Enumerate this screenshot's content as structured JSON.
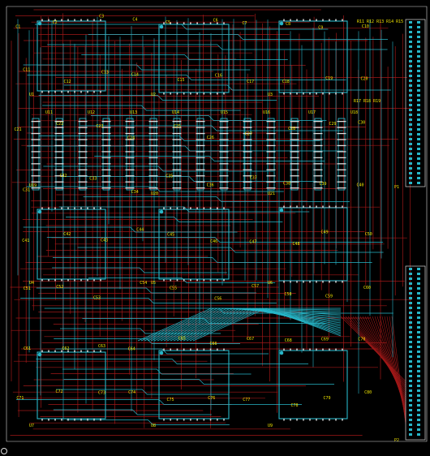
{
  "colors": {
    "background": "#000000",
    "bottom_trace": "#a01818",
    "top_trace": "#27b6c8",
    "silkscreen": "#f2e600",
    "outline": "#d8d8d8"
  },
  "labels": {
    "chips": [
      {
        "id": "U1",
        "text": "U1"
      },
      {
        "id": "U2",
        "text": "U2"
      },
      {
        "id": "U3",
        "text": "U3"
      },
      {
        "id": "U4",
        "text": "U4"
      },
      {
        "id": "U5",
        "text": "U5"
      },
      {
        "id": "U6",
        "text": "U6"
      },
      {
        "id": "U7",
        "text": "U7"
      },
      {
        "id": "U8",
        "text": "U8"
      },
      {
        "id": "U9",
        "text": "U9"
      },
      {
        "id": "U11",
        "text": "U11"
      },
      {
        "id": "U12",
        "text": "U12"
      },
      {
        "id": "U13",
        "text": "U13"
      },
      {
        "id": "U14",
        "text": "U14"
      },
      {
        "id": "U15",
        "text": "U15"
      },
      {
        "id": "U16",
        "text": "U16"
      },
      {
        "id": "U17",
        "text": "U17"
      },
      {
        "id": "U18",
        "text": "U18"
      },
      {
        "id": "U19",
        "text": "U19"
      },
      {
        "id": "U20",
        "text": "U20"
      },
      {
        "id": "U21",
        "text": "U21"
      }
    ],
    "connectors": [
      {
        "id": "P1",
        "text": "P1"
      },
      {
        "id": "P2",
        "text": "P2"
      },
      {
        "id": "R-array",
        "text": "R11 R12 R13 R14 R15"
      },
      {
        "id": "R-array-2",
        "text": "R17 R18 R19"
      }
    ],
    "caps": [
      "C1",
      "C2",
      "C3",
      "C4",
      "C5",
      "C6",
      "C7",
      "C8",
      "C9",
      "C10",
      "C11",
      "C12",
      "C13",
      "C14",
      "C15",
      "C16",
      "C17",
      "C18",
      "C19",
      "C20",
      "C21",
      "C22",
      "C23",
      "C24",
      "C25",
      "C26",
      "C27",
      "C28",
      "C29",
      "C30",
      "C31",
      "C32",
      "C33",
      "C34",
      "C35",
      "C36",
      "C37",
      "C38",
      "C39",
      "C40",
      "C41",
      "C42",
      "C43",
      "C44",
      "C45",
      "C46",
      "C47",
      "C48",
      "C49",
      "C50",
      "C51",
      "C52",
      "C53",
      "C54",
      "C55",
      "C56",
      "C57",
      "C58",
      "C59",
      "C60",
      "C61",
      "C62",
      "C63",
      "C64",
      "C65",
      "C66",
      "C67",
      "C68",
      "C69",
      "C70",
      "C71",
      "C72",
      "C73",
      "C74",
      "C75",
      "C76",
      "C77",
      "C78",
      "C79",
      "C80"
    ]
  }
}
